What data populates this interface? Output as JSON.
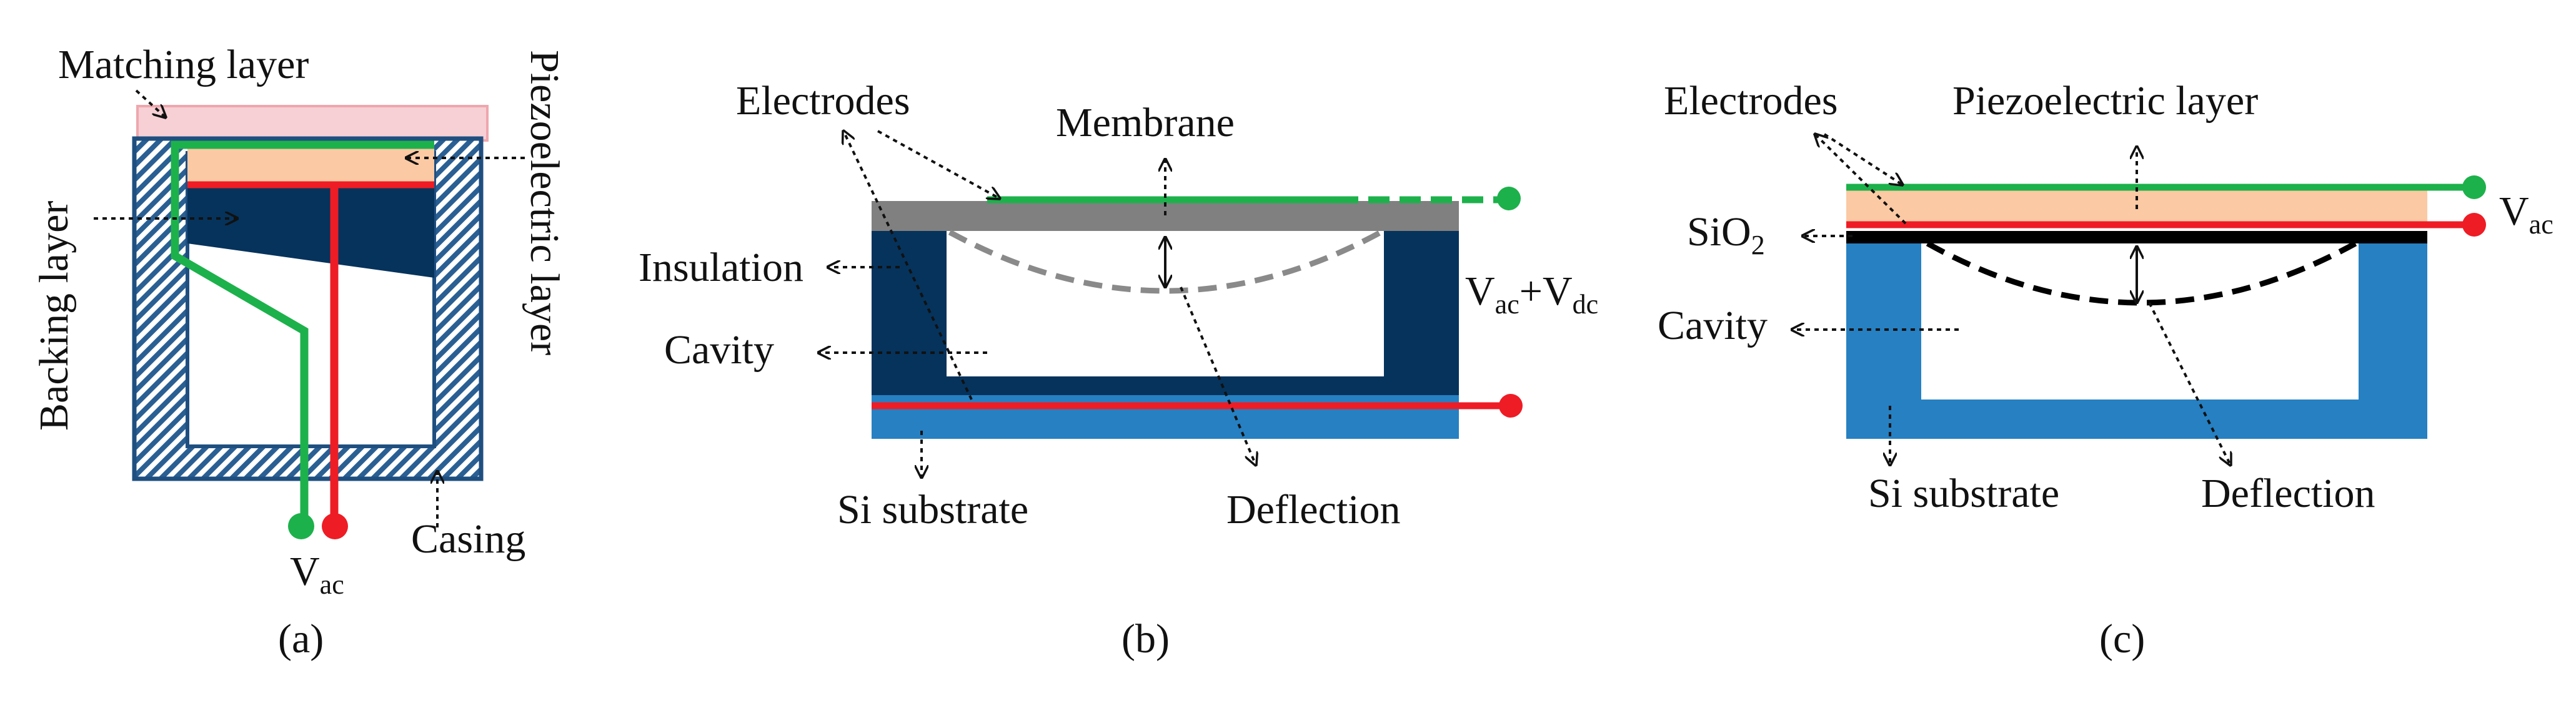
{
  "panel_a": {
    "matching_layer": "Matching layer",
    "piezoelectric_layer": "Piezoelectric layer",
    "backing_layer": "Backing layer",
    "casing": "Casing",
    "vac_main": "V",
    "vac_sub": "ac",
    "caption": "(a)"
  },
  "panel_b": {
    "electrodes": "Electrodes",
    "membrane": "Membrane",
    "insulation": "Insulation",
    "cavity": "Cavity",
    "si_substrate": "Si substrate",
    "deflection": "Deflection",
    "v1_main": "V",
    "v1_sub": "ac",
    "plus": "+V",
    "v2_sub": "dc",
    "caption": "(b)"
  },
  "panel_c": {
    "electrodes": "Electrodes",
    "piezoelectric_layer": "Piezoelectric layer",
    "sio2_main": "SiO",
    "sio2_sub": "2",
    "cavity": "Cavity",
    "si_substrate": "Si substrate",
    "deflection": "Deflection",
    "vac_main": "V",
    "vac_sub": "ac",
    "caption": "(c)"
  },
  "colors": {
    "navy": "#05335C",
    "blue": "#2680C2",
    "green": "#1DB14B",
    "red": "#EE1C25",
    "piezo": "#FBC9A3",
    "matching": "#F6D0D4",
    "gray": "#808080"
  }
}
